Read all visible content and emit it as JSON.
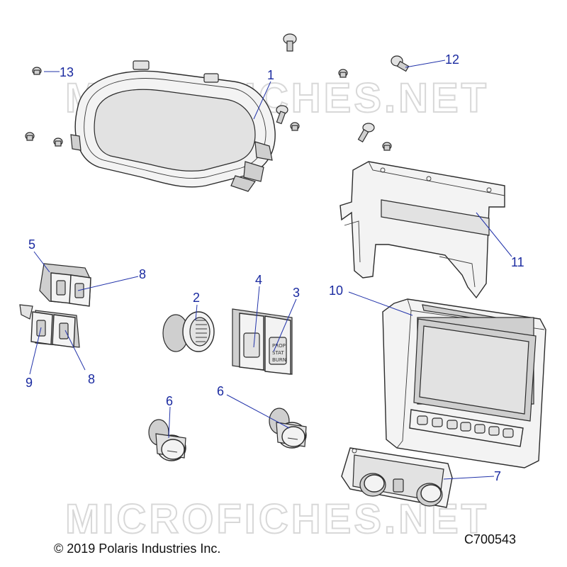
{
  "watermark": "MICROFICHES.NET",
  "callouts": {
    "c1": "1",
    "c2": "2",
    "c3": "3",
    "c4": "4",
    "c5": "5",
    "c6a": "6",
    "c6b": "6",
    "c7": "7",
    "c8a": "8",
    "c8b": "8",
    "c9": "9",
    "c10": "10",
    "c11": "11",
    "c12": "12",
    "c13": "13"
  },
  "rocker_text": [
    "PROP",
    "STAT",
    "BURN"
  ],
  "copyright": "© 2019 Polaris Industries Inc.",
  "drawing_number": "C700543",
  "colors": {
    "callout": "#1a2aa0",
    "leader": "#2233aa",
    "outline": "#2b2b2b",
    "watermark": "#cfcfcf"
  }
}
